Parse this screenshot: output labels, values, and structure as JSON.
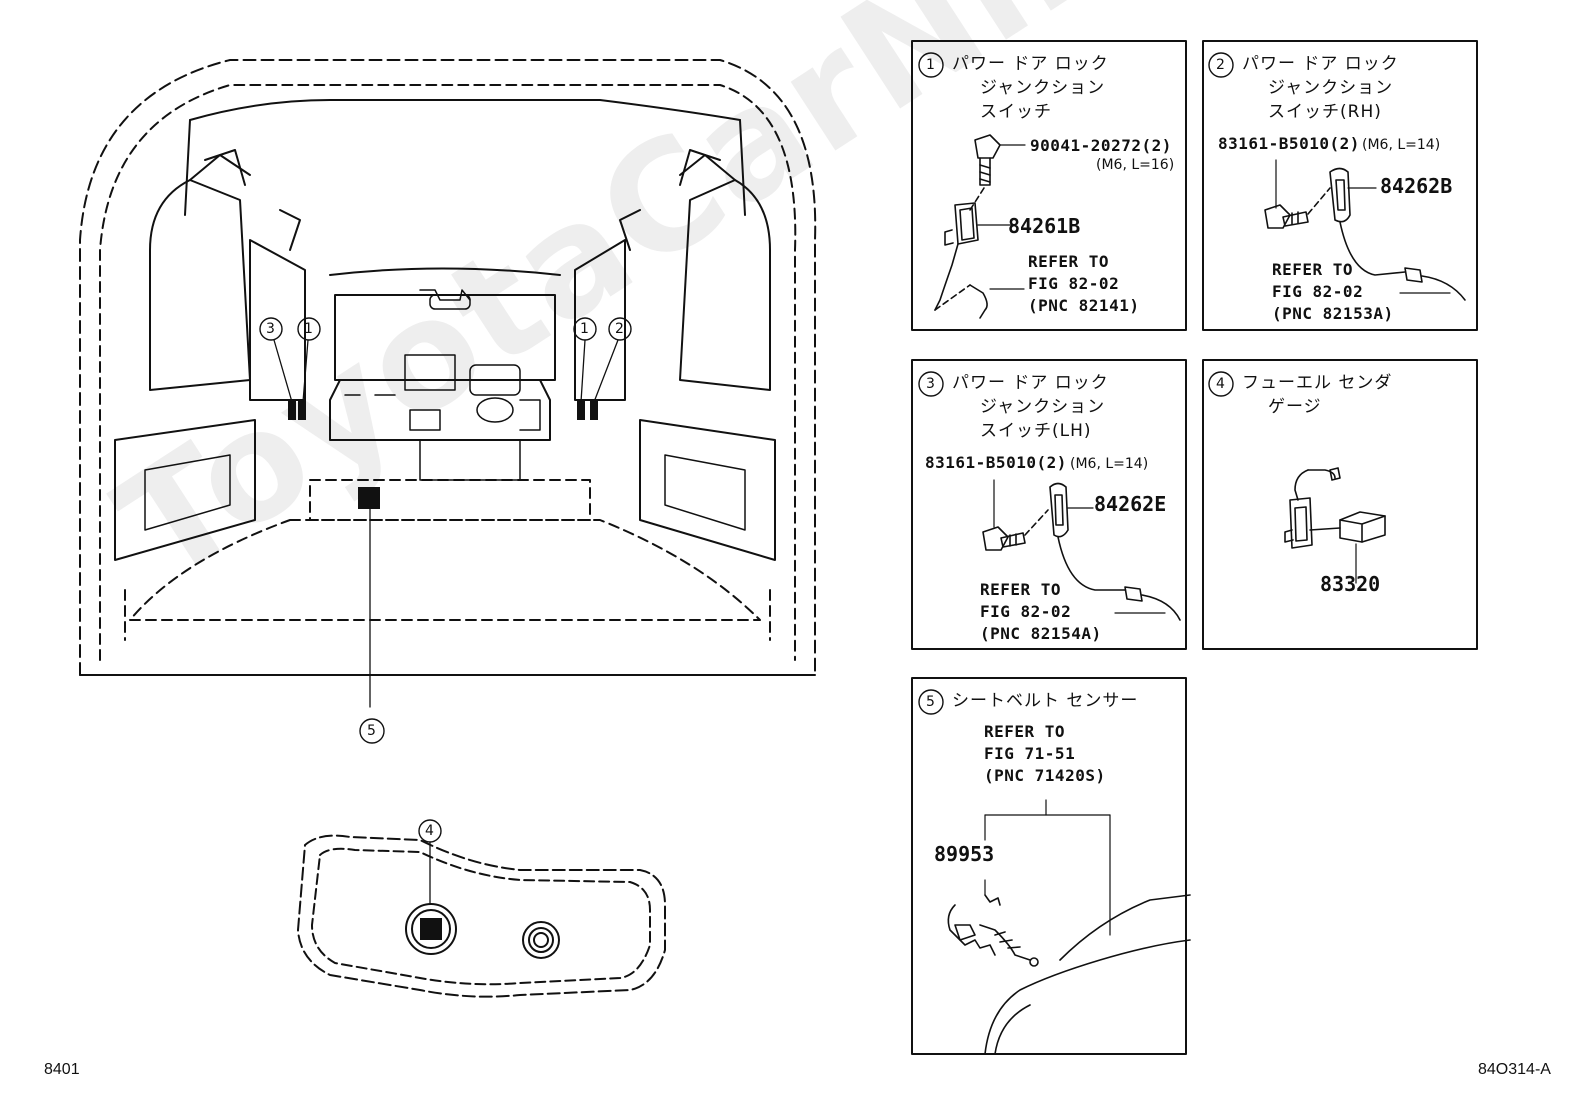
{
  "watermark": "ToyotaCarNine.ru",
  "page_code": "8401",
  "figure_code": "84O314-A",
  "callouts": {
    "n1": "1",
    "n2": "2",
    "n3": "3",
    "n4": "4",
    "n5": "5"
  },
  "box1": {
    "title": [
      "パワー ドア ロック",
      "ジャンクション",
      "スイッチ"
    ],
    "bolt_pn": "90041-20272(2)",
    "bolt_spec": "(M6, L=16)",
    "part_pn": "84261B",
    "refer": [
      "REFER TO",
      "FIG 82-02",
      "(PNC 82141)"
    ]
  },
  "box2": {
    "title": [
      "パワー ドア ロック",
      "ジャンクション",
      "スイッチ(RH)"
    ],
    "bolt_pn": "83161-B5010(2)",
    "bolt_spec": "(M6, L=14)",
    "part_pn": "84262B",
    "refer": [
      "REFER TO",
      "FIG 82-02",
      "(PNC 82153A)"
    ]
  },
  "box3": {
    "title": [
      "パワー ドア ロック",
      "ジャンクション",
      "スイッチ(LH)"
    ],
    "bolt_pn": "83161-B5010(2)",
    "bolt_spec": "(M6, L=14)",
    "part_pn": "84262E",
    "refer": [
      "REFER TO",
      "FIG 82-02",
      "(PNC 82154A)"
    ]
  },
  "box4": {
    "title": [
      "フューエル センダ",
      "ゲージ"
    ],
    "part_pn": "83320"
  },
  "box5": {
    "title": "シートベルト センサー",
    "refer": [
      "REFER TO",
      "FIG 71-51",
      "(PNC 71420S)"
    ],
    "part_pn": "89953"
  }
}
